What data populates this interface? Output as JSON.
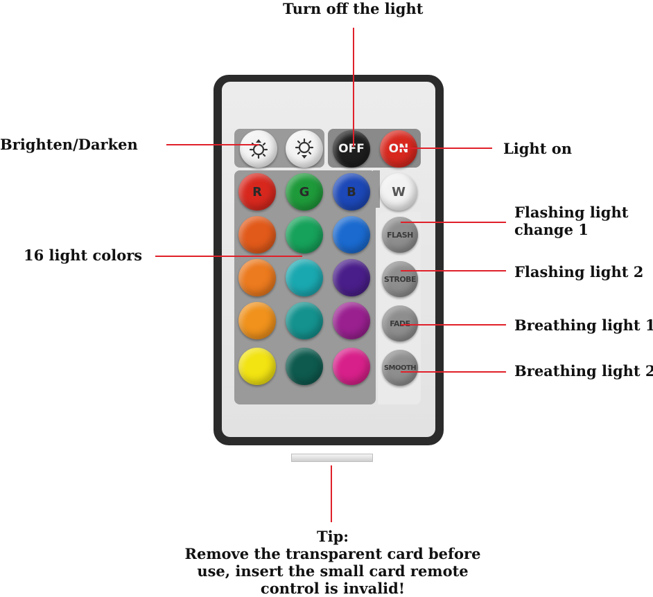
{
  "labels": {
    "turn_off": "Turn off the light",
    "brighten": "Brighten/Darken",
    "light_on": "Light on",
    "flash_1": "Flashing light",
    "flash_1b": "change 1",
    "colors16": "16 light colors",
    "flash_2": "Flashing light 2",
    "breath_1": "Breathing light 1",
    "breath_2": "Breathing light 2"
  },
  "tip": {
    "title": "Tip:",
    "line1": "Remove the transparent card before",
    "line2": "use, insert the small card remote",
    "line3": "control is invalid!"
  },
  "buttons": {
    "off": "OFF",
    "on": "ON",
    "r": "R",
    "g": "G",
    "b": "B",
    "w": "W",
    "flash": "FLASH",
    "strobe": "STROBE",
    "fade": "FADE",
    "smooth": "SMOOTH"
  },
  "colors": {
    "wire": "#e0202a",
    "red": "#d8281e",
    "green": "#1e9a3a",
    "blue": "#1c48b8",
    "white": "#f2f2f2",
    "orange1": "#e25a1a",
    "orange2": "#ec7a1e",
    "orange3": "#f0921c",
    "yellow": "#f2e312",
    "green2": "#16a25a",
    "cyan1": "#1aa8b0",
    "cyan2": "#14928e",
    "teal": "#0e5a4e",
    "blue2": "#1a6ad0",
    "purple": "#4a1e8a",
    "magenta": "#9a2090",
    "pink": "#d8208a",
    "gray": "#8e8e8e",
    "black": "#1e1e1e"
  }
}
